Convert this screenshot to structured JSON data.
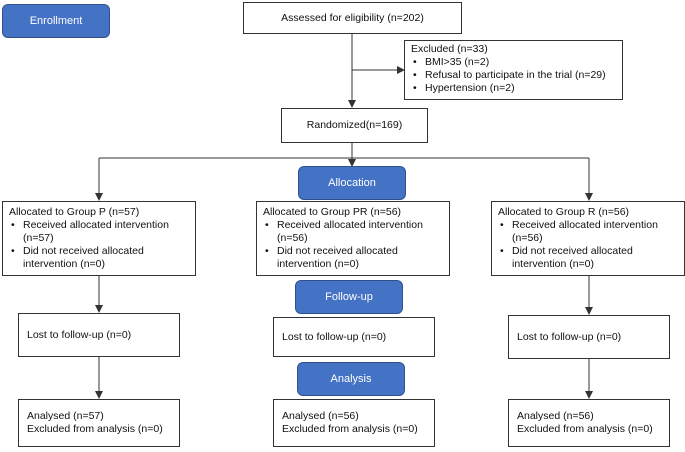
{
  "stages": {
    "enrollment": "Enrollment",
    "allocation": "Allocation",
    "followup": "Follow-up",
    "analysis": "Analysis"
  },
  "assessed": "Assessed for eligibility (n=202)",
  "excluded": {
    "title": "Excluded (n=33)",
    "items": [
      "BMI>35 (n=2)",
      "Refusal to participate in the trial (n=29)",
      "Hypertension (n=2)"
    ]
  },
  "randomized": "Randomized(n=169)",
  "groups": [
    {
      "allocated": "Allocated to Group P (n=57)",
      "received": "Received allocated intervention (n=57)",
      "not_received": "Did not received allocated intervention (n=0)",
      "lost": "Lost to follow-up (n=0)",
      "analysed": "Analysed (n=57)",
      "excluded_analysis": "Excluded from analysis (n=0)"
    },
    {
      "allocated": "Allocated to Group PR (n=56)",
      "received": "Received allocated intervention (n=56)",
      "not_received": "Did not received allocated intervention (n=0)",
      "lost": "Lost to follow-up (n=0)",
      "analysed": "Analysed (n=56)",
      "excluded_analysis": "Excluded from analysis (n=0)"
    },
    {
      "allocated": "Allocated to Group R (n=56)",
      "received": "Received allocated intervention (n=56)",
      "not_received": "Did not received allocated intervention (n=0)",
      "lost": "Lost to follow-up (n=0)",
      "analysed": "Analysed (n=56)",
      "excluded_analysis": "Excluded from analysis (n=0)"
    }
  ],
  "colors": {
    "stage_fill": "#4472c4",
    "stage_border": "#2f528f",
    "box_border": "#333333"
  }
}
